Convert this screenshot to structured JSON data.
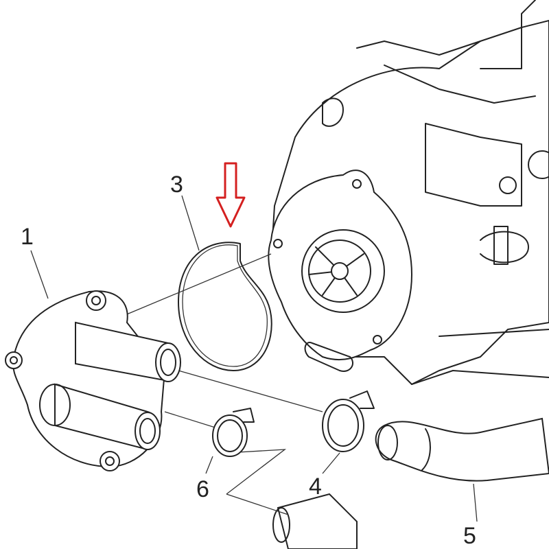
{
  "callouts": {
    "part1": "1",
    "part3": "3",
    "part4": "4",
    "part5": "5",
    "part6": "6"
  },
  "highlight_arrow": {
    "color": "#d42020",
    "direction": "down"
  },
  "line_color": "#222222"
}
